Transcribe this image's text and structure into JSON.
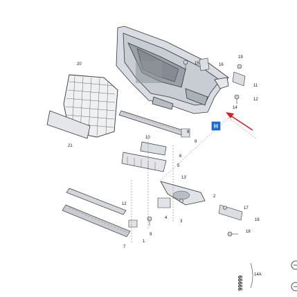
{
  "diagram": {
    "callouts": [
      {
        "id": "c20",
        "text": "20"
      },
      {
        "id": "c21",
        "text": "21"
      },
      {
        "id": "c19",
        "text": "19"
      },
      {
        "id": "c15",
        "text": "15"
      },
      {
        "id": "c16a",
        "text": "16"
      },
      {
        "id": "c11",
        "text": "11"
      },
      {
        "id": "c12a",
        "text": "12"
      },
      {
        "id": "c14",
        "text": "14"
      },
      {
        "id": "c10",
        "text": "10"
      },
      {
        "id": "c6",
        "text": "6"
      },
      {
        "id": "c9a",
        "text": "9"
      },
      {
        "id": "c8",
        "text": "8"
      },
      {
        "id": "c5",
        "text": "5"
      },
      {
        "id": "c2",
        "text": "2"
      },
      {
        "id": "c12b",
        "text": "12"
      },
      {
        "id": "c4",
        "text": "4"
      },
      {
        "id": "c3",
        "text": "3"
      },
      {
        "id": "c9b",
        "text": "9"
      },
      {
        "id": "c1",
        "text": "1"
      },
      {
        "id": "c7",
        "text": "7"
      },
      {
        "id": "c17",
        "text": "17"
      },
      {
        "id": "c18",
        "text": "18"
      },
      {
        "id": "c16b",
        "text": "16"
      },
      {
        "id": "c13",
        "text": "13"
      }
    ],
    "highlight_badge": "H",
    "watermark": "99999",
    "watermark_ref": "14A",
    "accent_color": "#1f6fd1",
    "arrow_color": "#d81e1e",
    "side_icons": [
      "zoom-icon",
      "zoom-icon"
    ]
  }
}
